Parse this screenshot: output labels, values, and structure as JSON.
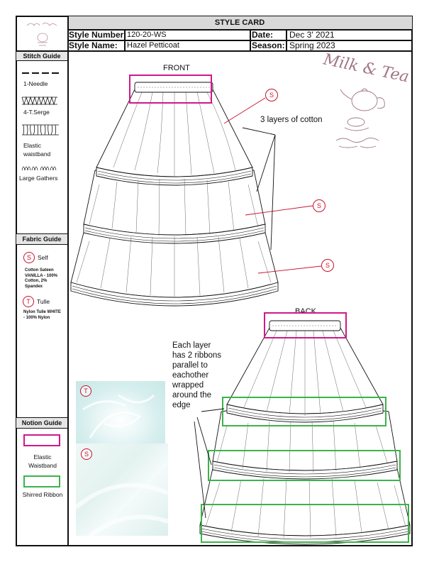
{
  "header": {
    "title": "STYLE CARD",
    "style_number_label": "Style Number:",
    "style_number": "120-20-WS",
    "date_label": "Date:",
    "date": "Dec 3' 2021",
    "style_name_label": "Style Name:",
    "style_name": "Hazel Petticoat",
    "season_label": "Season:",
    "season": "Spring 2023"
  },
  "stitch_guide": {
    "heading": "Stitch Guide",
    "items": [
      "1-Needle",
      "4-T.Serge",
      "Elastic waistband",
      "Large Gathers"
    ]
  },
  "fabric_guide": {
    "heading": "Fabric Guide",
    "self_symbol": "S",
    "self_label": "Self",
    "self_desc": "Cotton Sateen VANILLA - 100% Cotton, 2% Spandex",
    "tulle_symbol": "T",
    "tulle_label": "Tulle",
    "tulle_desc": "Nylon Tulle WHITE - 100% Nylon"
  },
  "notion_guide": {
    "heading": "Notion Guide",
    "elastic_label": "Elastic Waistband",
    "ribbon_label": "Shirred Ribbon"
  },
  "drawing": {
    "front_label": "FRONT",
    "back_label": "BACK",
    "layers_note": "3 layers of cotton",
    "ribbon_note": "Each layer has 2 ribbons parallel to eachother wrapped around the edge",
    "callout_symbol": "S",
    "logo_text": "Milk & Tea"
  },
  "swatches": {
    "tulle_symbol": "T",
    "self_symbol": "S"
  },
  "colors": {
    "elastic_box": "#d0188a",
    "ribbon_box": "#3cb34a",
    "callout": "#c8102e"
  }
}
